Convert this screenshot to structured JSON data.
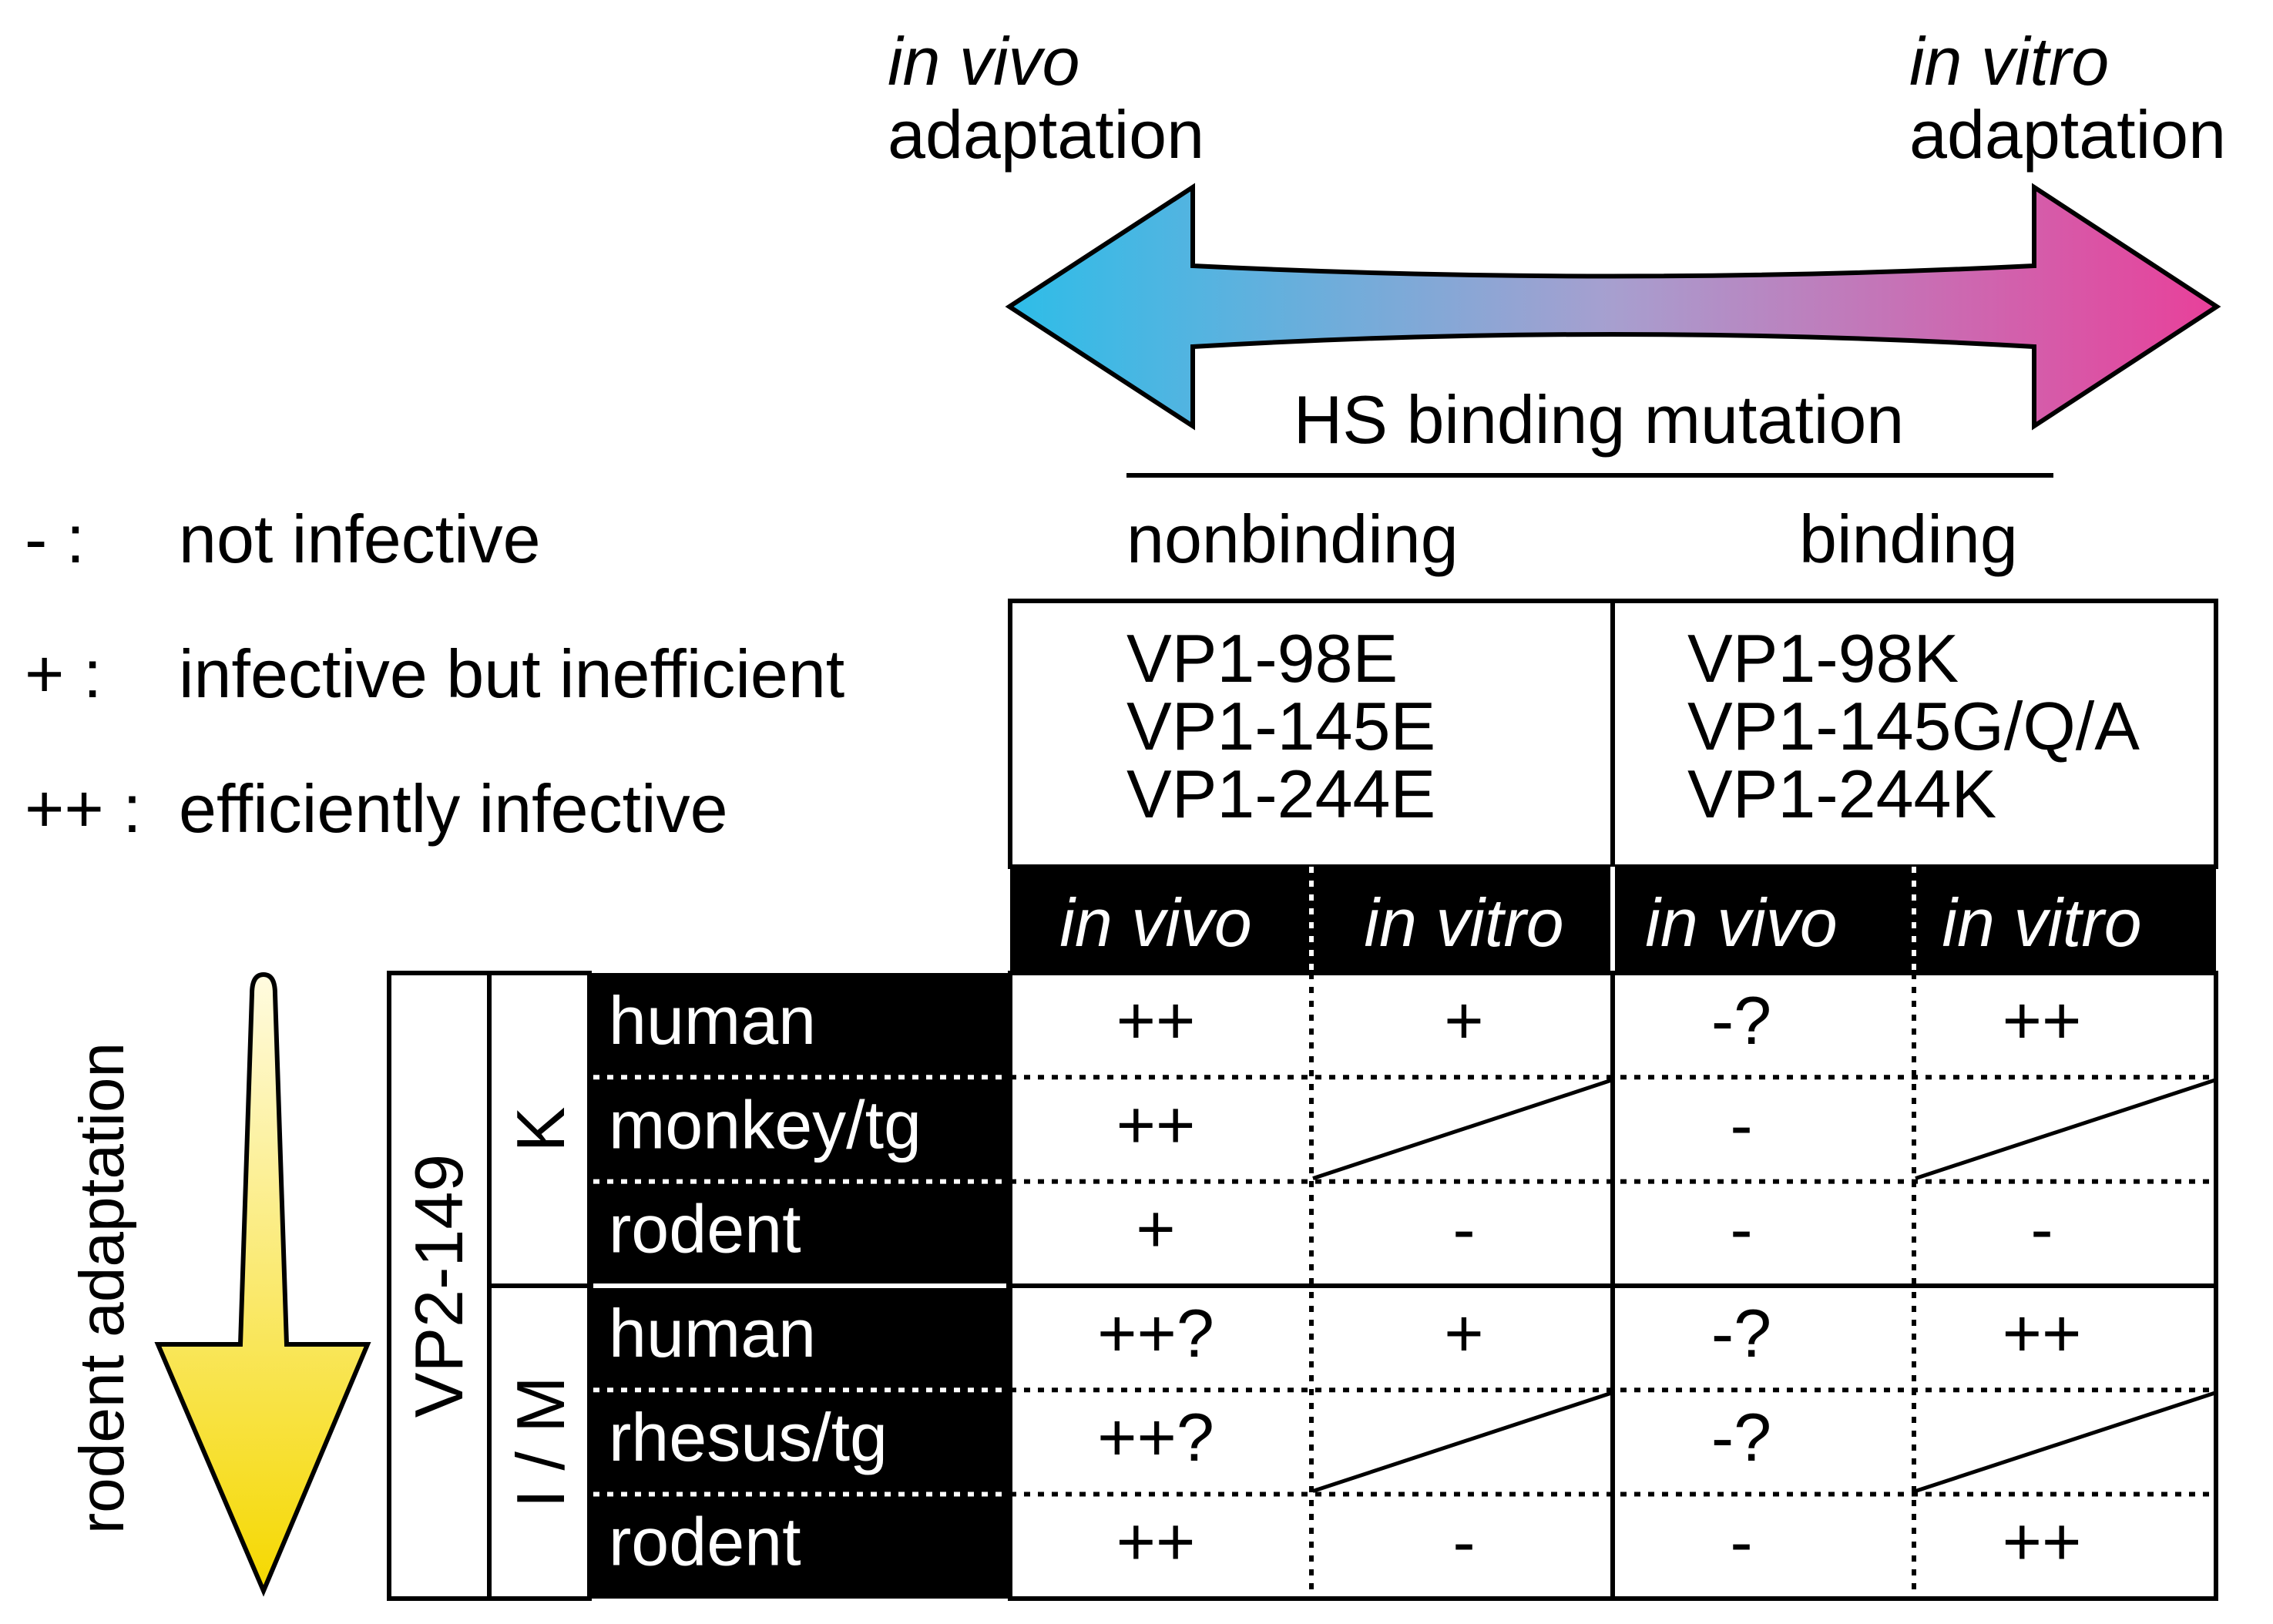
{
  "top": {
    "left_label": {
      "italic": "in vivo",
      "plain": "adaptation"
    },
    "right_label": {
      "italic": "in vitro",
      "plain": "adaptation"
    },
    "mutation_title": "HS binding mutation",
    "col_nonbinding": "nonbinding",
    "col_binding": "binding",
    "gradient_left": "#2ebde8",
    "gradient_right": "#e8409a"
  },
  "legend": [
    {
      "sym": "- :",
      "text": "not infective"
    },
    {
      "sym": "+ :",
      "text": "infective but inefficient"
    },
    {
      "sym": "++ :",
      "text": "efficiently infective"
    }
  ],
  "mutations": {
    "nonbinding": [
      "VP1-98E",
      "VP1-145E",
      "VP1-244E"
    ],
    "binding": [
      "VP1-98K",
      "VP1-145G/Q/A",
      "VP1-244K"
    ]
  },
  "subheaders": [
    "in vivo",
    "in vitro",
    "in vivo",
    "in vitro"
  ],
  "side": {
    "arrow_label": "rodent adaptation",
    "group_label": "VP2-149",
    "arrow_top": "#fffbe0",
    "arrow_bottom": "#f5d800"
  },
  "groups": [
    {
      "allele": "K",
      "rows": [
        {
          "host": "human",
          "cells": [
            "++",
            "+",
            "-?",
            "++"
          ]
        },
        {
          "host": "monkey/tg",
          "cells": [
            "++",
            "",
            "-",
            ""
          ]
        },
        {
          "host": "rodent",
          "cells": [
            "+",
            "-",
            "-",
            "-"
          ]
        }
      ]
    },
    {
      "allele": "I / M",
      "rows": [
        {
          "host": "human",
          "cells": [
            "++?",
            "+",
            "-?",
            "++"
          ]
        },
        {
          "host": "rhesus/tg",
          "cells": [
            "++?",
            "",
            "-?",
            ""
          ]
        },
        {
          "host": "rodent",
          "cells": [
            "++",
            "-",
            "-",
            "++"
          ]
        }
      ]
    }
  ]
}
